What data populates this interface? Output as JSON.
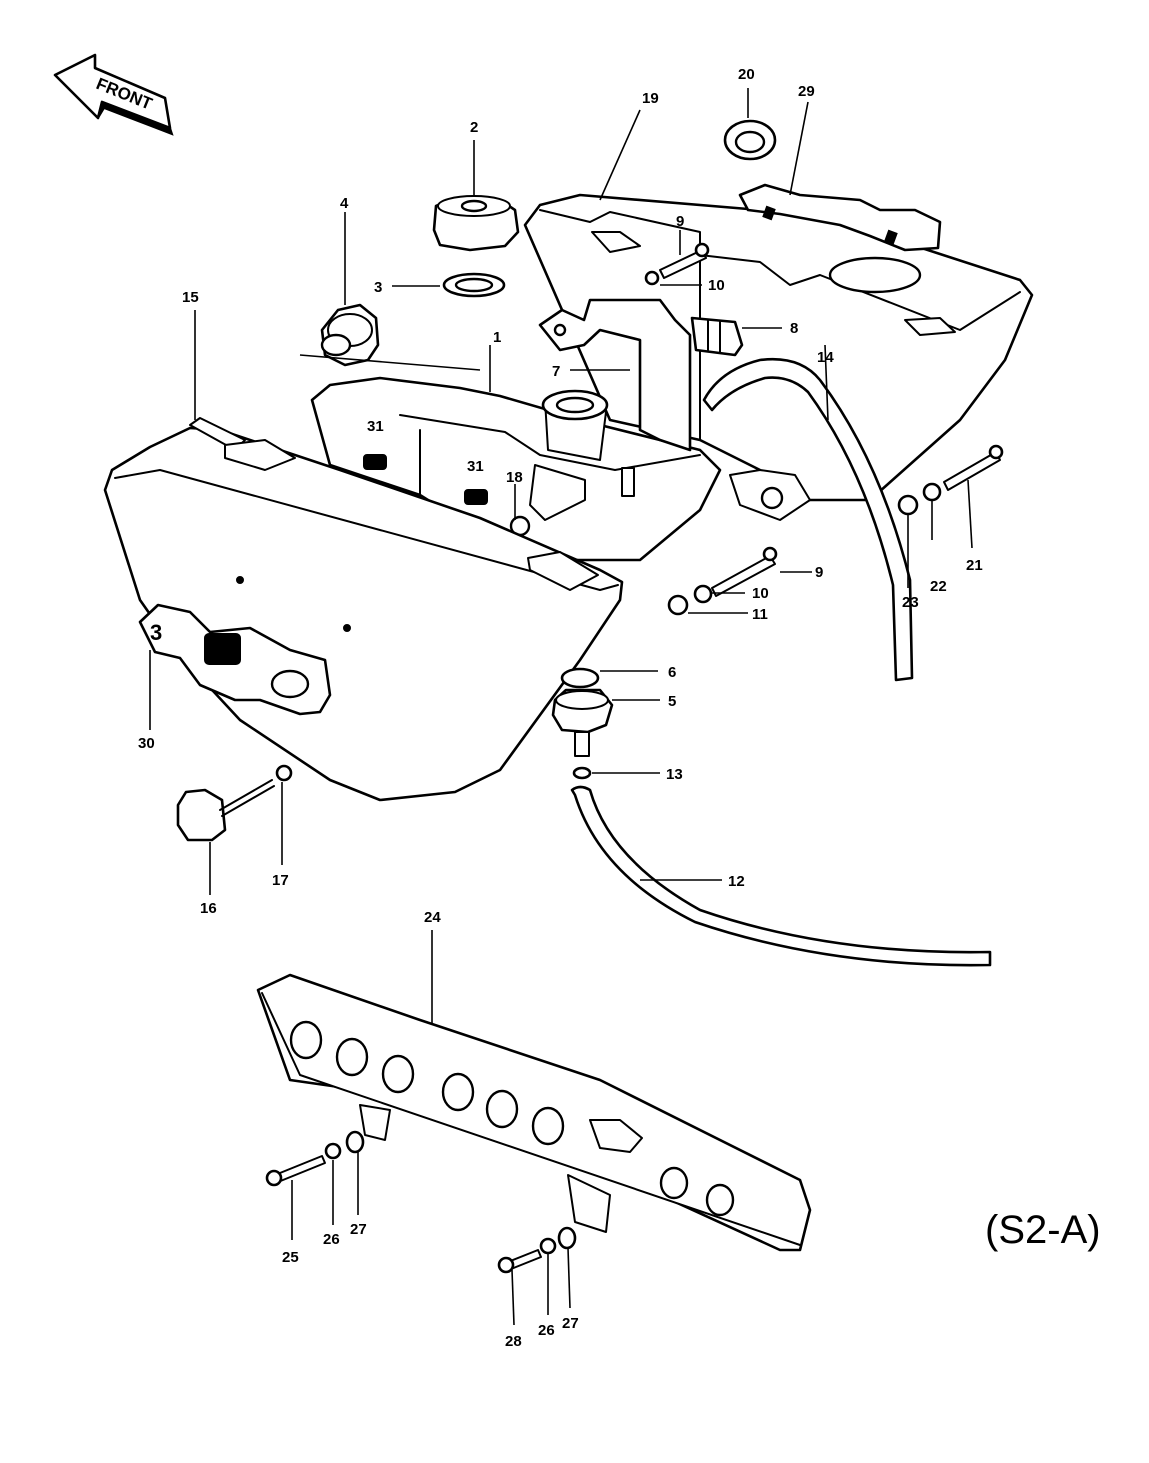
{
  "diagram": {
    "front_label": "FRONT",
    "sheet_code": "(S2-A)",
    "callouts": {
      "c1": "1",
      "c2": "2",
      "c3": "3",
      "c4": "4",
      "c5": "5",
      "c6": "6",
      "c7": "7",
      "c8": "8",
      "c9a": "9",
      "c9b": "9",
      "c10a": "10",
      "c10b": "10",
      "c11": "11",
      "c12": "12",
      "c13": "13",
      "c14": "14",
      "c15": "15",
      "c16": "16",
      "c17": "17",
      "c18": "18",
      "c19": "19",
      "c20": "20",
      "c21": "21",
      "c22": "22",
      "c23": "23",
      "c24": "24",
      "c25": "25",
      "c26a": "26",
      "c26b": "26",
      "c27a": "27",
      "c27b": "27",
      "c28": "28",
      "c29": "29",
      "c30": "30",
      "c31a": "31",
      "c31b": "31"
    }
  }
}
